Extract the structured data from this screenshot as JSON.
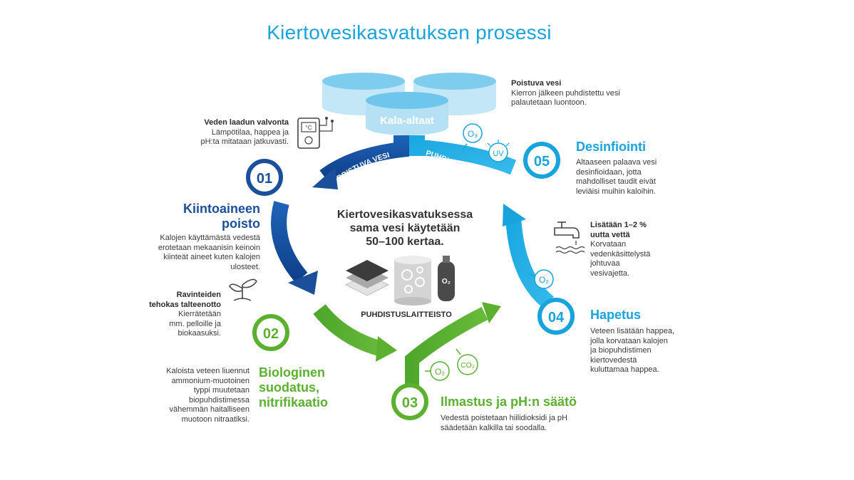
{
  "title": "Kiertovesikasvatuksen prosessi",
  "tanks": {
    "label": "Kala-altaat"
  },
  "arrow_labels": {
    "outgoing": "POISTUVA VESI",
    "cleaned": "PUHDISTETTU VESI"
  },
  "center": {
    "line1": "Kiertovesikasvatuksessa",
    "line2": "sama vesi käytetään",
    "line3": "50–100 kertaa.",
    "equipment_label": "PUHDISTUSLAITTEISTO",
    "tank_label": "O₂"
  },
  "outflow": {
    "title": "Poistuva vesi",
    "text1": "Kierron jälkeen puhdistettu vesi",
    "text2": "palautetaan luontoon."
  },
  "monitoring": {
    "title": "Veden laadun valvonta",
    "text1": "Lämpötilaa, happea ja",
    "text2": "pH:ta mitataan jatkuvasti.",
    "icon_label": "°C"
  },
  "steps": [
    {
      "number": "01",
      "title1": "Kiintoaineen",
      "title2": "poisto",
      "text": [
        "Kalojen käyttämästä vedestä",
        "erotetaan mekaanisin keinoin",
        "kiinteät aineet kuten kalojen",
        "ulosteet."
      ]
    },
    {
      "number": "02",
      "title1": "Biologinen",
      "title2": "suodatus,",
      "title3": "nitrifikaatio",
      "text": [
        "Kaloista veteen liuennut",
        "ammonium-muotoinen",
        "typpi muutetaan",
        "biopuhdistimessa",
        "vähemmän haitalliseen",
        "muotoon nitraatiksi."
      ]
    },
    {
      "number": "03",
      "title1": "Ilmastus ja pH:n säätö",
      "text": [
        "Vedestä poistetaan hiilidioksidi ja pH",
        "säädetään kalkilla tai soodalla."
      ]
    },
    {
      "number": "04",
      "title1": "Hapetus",
      "text": [
        "Veteen lisätään happea,",
        "jolla korvataan kalojen",
        "ja biopuhdistimen",
        "kiertovedestä",
        "kuluttamaa happea."
      ]
    },
    {
      "number": "05",
      "title1": "Desinfiointi",
      "text": [
        "Altaaseen palaava vesi",
        "desinfioidaan, jotta",
        "mahdolliset taudit eivät",
        "leviäisi muihin kaloihin."
      ]
    }
  ],
  "nutrients": {
    "title1": "Ravinteiden",
    "title2": "tehokas talteenotto",
    "text": [
      "Kierrätetään",
      "mm. pelloille ja",
      "biokaasuksi."
    ]
  },
  "fresh_water": {
    "title1": "Lisätään 1–2 %",
    "title2": "uutta vettä",
    "text": [
      "Korvataan",
      "vedenkäsittelystä",
      "johtuvaa",
      "vesivajetta."
    ]
  },
  "gases": {
    "o2": "O₂",
    "co2": "CO₂",
    "o3": "O₃",
    "uv": "UV"
  },
  "colors": {
    "blue_dark": "#1b4f9c",
    "blue_light": "#19a3dd",
    "green": "#5bb030",
    "tank": "#c3e7f6"
  }
}
